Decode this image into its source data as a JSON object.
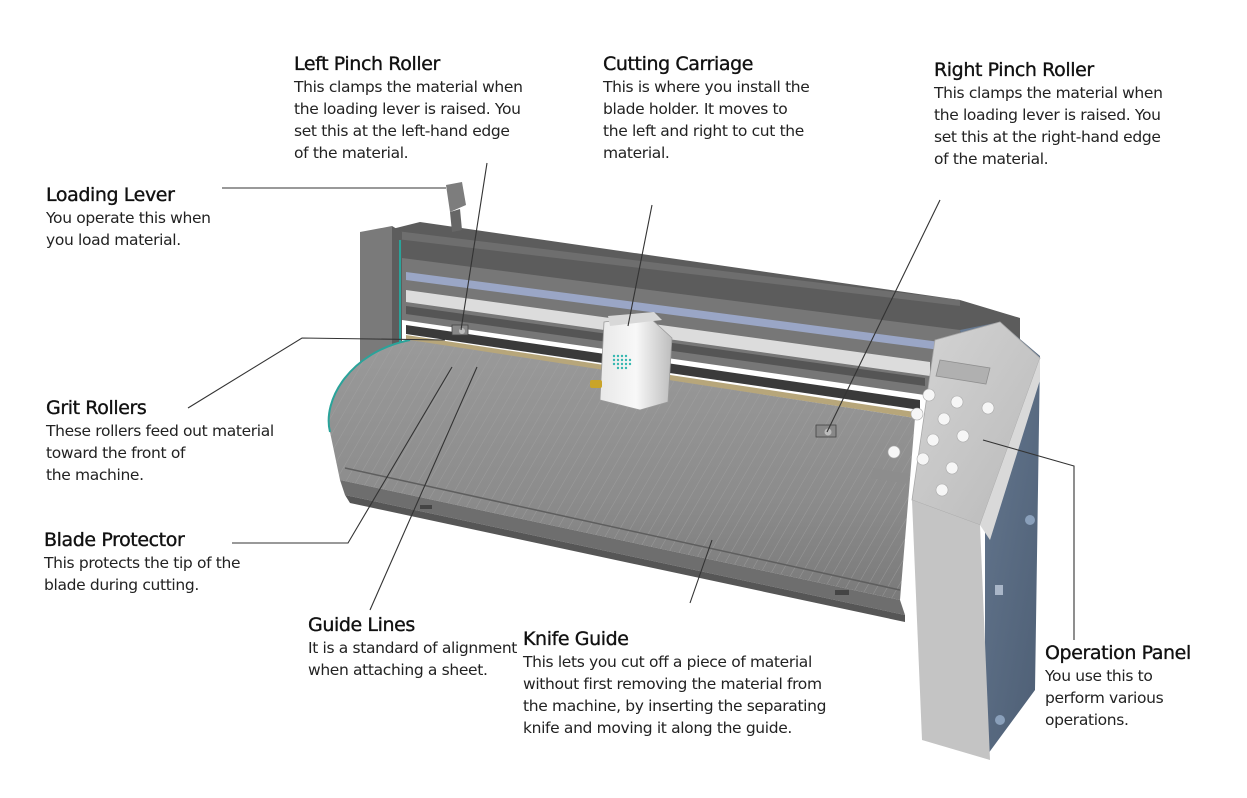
{
  "diagram": {
    "subject": "Vinyl cutter (cutting plotter) - part names",
    "colors": {
      "body_dark": "#6b6b6b",
      "body_top": "#5a5a5a",
      "body_light": "#b8b8b8",
      "apron": "#8a8a8a",
      "panel": "#c8c8c8",
      "side_blue": "#5b6e86",
      "accent_teal": "#2aa39a",
      "rail_blue": "#9aa6c6",
      "leader": "#333333"
    },
    "callouts": [
      {
        "id": "left-pinch-roller",
        "title": "Left Pinch Roller",
        "description": "This clamps the material when\nthe loading lever is raised. You\nset this at the left-hand edge\nof the material."
      },
      {
        "id": "cutting-carriage",
        "title": "Cutting Carriage",
        "description": "This is where you install the\nblade holder. It moves to\nthe left and right to cut the\nmaterial."
      },
      {
        "id": "right-pinch-roller",
        "title": "Right Pinch Roller",
        "description": "This clamps the material when\nthe loading lever is raised. You\nset this at the right-hand edge\nof the material."
      },
      {
        "id": "loading-lever",
        "title": "Loading Lever",
        "description": "You operate this when\nyou load material."
      },
      {
        "id": "grit-rollers",
        "title": "Grit Rollers",
        "description": "These rollers feed out material\ntoward the front of\nthe machine."
      },
      {
        "id": "blade-protector",
        "title": "Blade Protector",
        "description": "This protects the tip of the\nblade during cutting."
      },
      {
        "id": "guide-lines",
        "title": "Guide Lines",
        "description": "It is a standard of alignment\nwhen attaching a sheet."
      },
      {
        "id": "knife-guide",
        "title": "Knife Guide",
        "description": "This lets you cut off a piece of material\nwithout first removing the material from\nthe machine, by inserting the separating\nknife and moving it along the guide."
      },
      {
        "id": "operation-panel",
        "title": "Operation Panel",
        "description": "You use this to\nperform various\noperations."
      }
    ]
  }
}
